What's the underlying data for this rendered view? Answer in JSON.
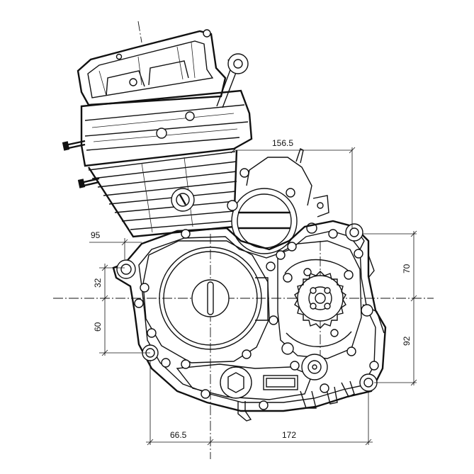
{
  "dimensions": {
    "top_width": "156.5",
    "left_offset": "95",
    "upper_left": "32",
    "lower_left": "60",
    "upper_right": "70",
    "lower_right": "92",
    "bottom_left": "66.5",
    "bottom_right": "172"
  }
}
